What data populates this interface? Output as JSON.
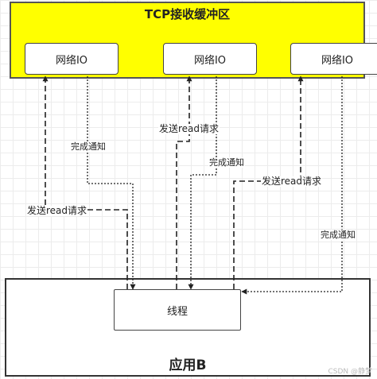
{
  "buffer": {
    "title": "TCP接收缓冲区"
  },
  "io_boxes": [
    {
      "label": "网络IO"
    },
    {
      "label": "网络IO"
    },
    {
      "label": "网络IO"
    }
  ],
  "app": {
    "label": "应用B"
  },
  "thread": {
    "label": "线程"
  },
  "labels": {
    "send_read_1": "发送read请求",
    "send_read_2": "发送read请求",
    "send_read_3": "发送read请求",
    "complete_1": "完成通知",
    "complete_2": "完成通知",
    "complete_3": "完成通知"
  },
  "watermark": "CSDN @静梦"
}
